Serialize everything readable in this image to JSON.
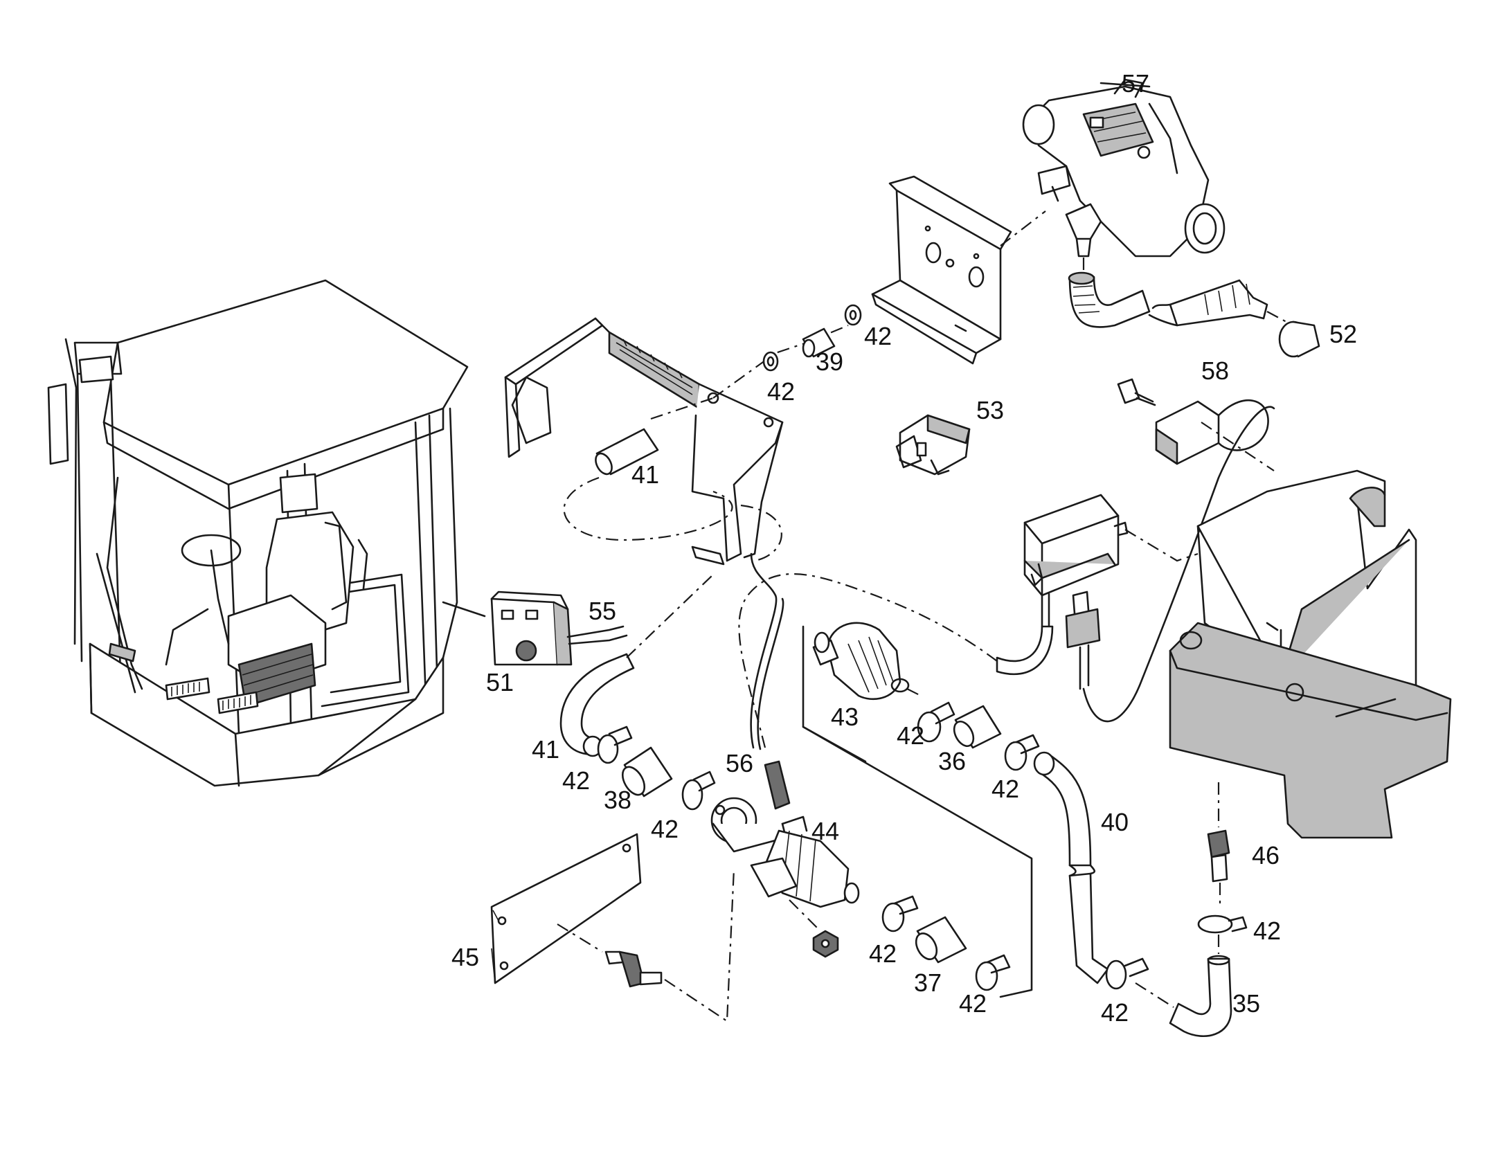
{
  "callouts": [
    {
      "id": "57",
      "text": "57"
    },
    {
      "id": "52",
      "text": "52"
    },
    {
      "id": "42",
      "text": "42"
    },
    {
      "id": "39",
      "text": "39"
    },
    {
      "id": "58",
      "text": "58"
    },
    {
      "id": "53",
      "text": "53"
    },
    {
      "id": "41",
      "text": "41"
    },
    {
      "id": "55",
      "text": "55"
    },
    {
      "id": "51",
      "text": "51"
    },
    {
      "id": "43",
      "text": "43"
    },
    {
      "id": "36",
      "text": "36"
    },
    {
      "id": "40",
      "text": "40"
    },
    {
      "id": "38",
      "text": "38"
    },
    {
      "id": "56",
      "text": "56"
    },
    {
      "id": "44",
      "text": "44"
    },
    {
      "id": "46",
      "text": "46"
    },
    {
      "id": "45",
      "text": "45"
    },
    {
      "id": "37",
      "text": "37"
    },
    {
      "id": "35",
      "text": "35"
    }
  ]
}
